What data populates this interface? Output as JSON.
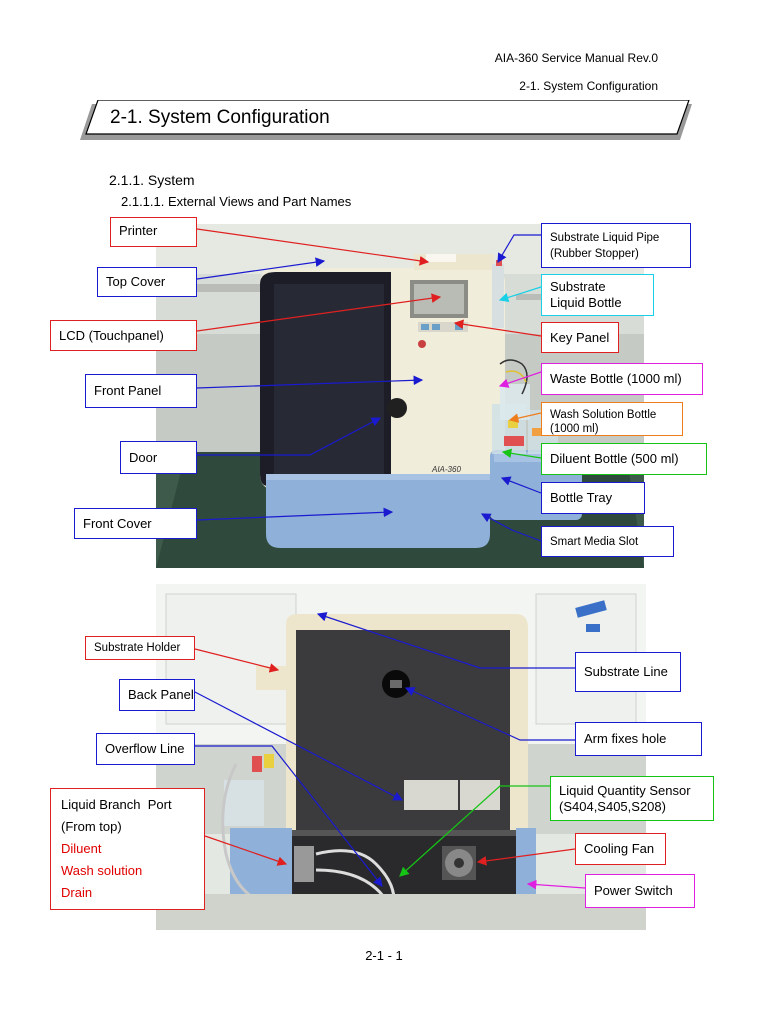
{
  "header": {
    "manual_title": "AIA-360 Service Manual Rev.0",
    "section_ref": "2-1. System Configuration"
  },
  "banner": {
    "title": "2-1. System Configuration"
  },
  "section": {
    "heading": "2.1.1. System",
    "subheading": "2.1.1.1. External Views and Part Names"
  },
  "front_view": {
    "labels": {
      "printer": "Printer",
      "top_cover": "Top Cover",
      "lcd": "LCD (Touchpanel)",
      "front_panel": "Front Panel",
      "door": "Door",
      "front_cover": "Front Cover",
      "substrate_pipe": [
        "Substrate Liquid Pipe",
        "(Rubber Stopper)"
      ],
      "substrate_bottle": [
        "Substrate",
        "Liquid Bottle"
      ],
      "key_panel": "Key Panel",
      "waste_bottle": "Waste Bottle (1000 ml)",
      "wash_bottle": [
        "Wash Solution Bottle",
        "(1000 ml)"
      ],
      "diluent_bottle": "Diluent Bottle (500 ml)",
      "bottle_tray": "Bottle Tray",
      "smart_media": "Smart Media Slot"
    },
    "photo_text": {
      "model_badge": "AIA-360"
    }
  },
  "back_view": {
    "labels": {
      "substrate_holder": "Substrate Holder",
      "back_panel": "Back Panel",
      "overflow_line": "Overflow Line",
      "liquid_branch": [
        "Liquid Branch  Port",
        "(From top)",
        "Diluent",
        "Wash solution",
        "Drain"
      ],
      "substrate_line": "Substrate Line",
      "arm_hole": "Arm fixes hole",
      "liquid_sensor": [
        "Liquid Quantity Sensor",
        "(S404,S405,S208)"
      ],
      "cooling_fan": "Cooling Fan",
      "power_switch": "Power Switch"
    }
  },
  "footer": {
    "page_number": "2-1 - 1"
  },
  "colors": {
    "red": "#e02020",
    "blue": "#1a1ad0",
    "cyan": "#19d0e6",
    "magenta": "#e020e0",
    "orange": "#ee7d1c",
    "green": "#16c416"
  }
}
